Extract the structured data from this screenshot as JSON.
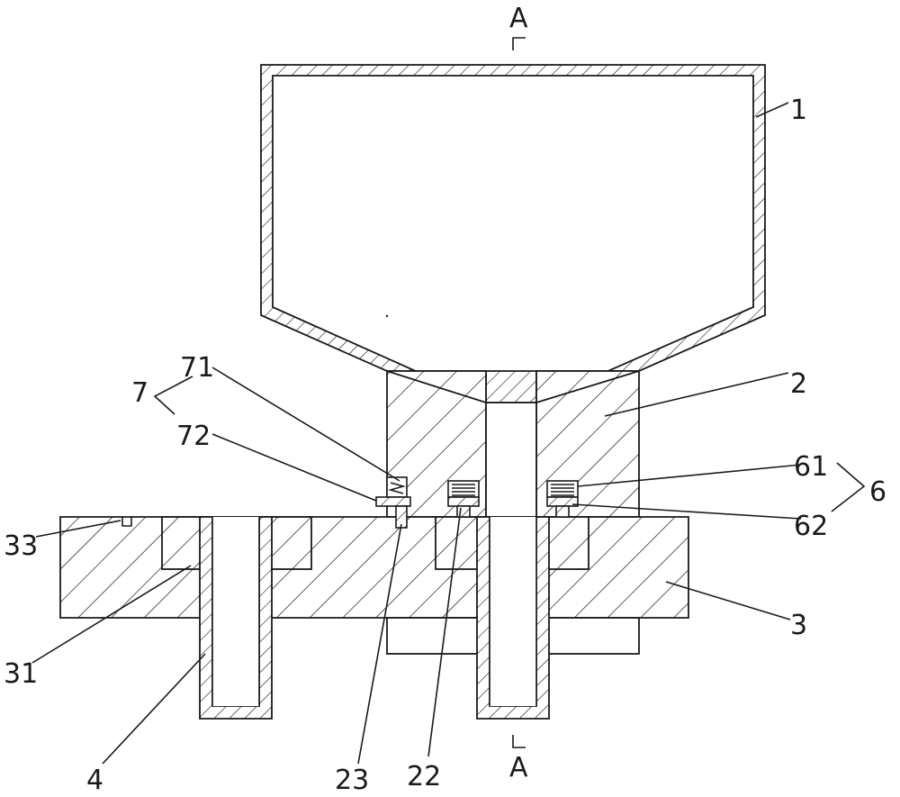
{
  "section_marks": {
    "top": "A",
    "bottom": "A"
  },
  "labels": {
    "hopper": "1",
    "block": "2",
    "plate": "3",
    "plate_groove": "31",
    "plate_mark": "33",
    "tube": "4",
    "group_6": "6",
    "spring_61": "61",
    "pin_62": "62",
    "group_7": "7",
    "spring_71": "71",
    "pin_72": "72",
    "hole_22": "22",
    "hole_23": "23"
  }
}
